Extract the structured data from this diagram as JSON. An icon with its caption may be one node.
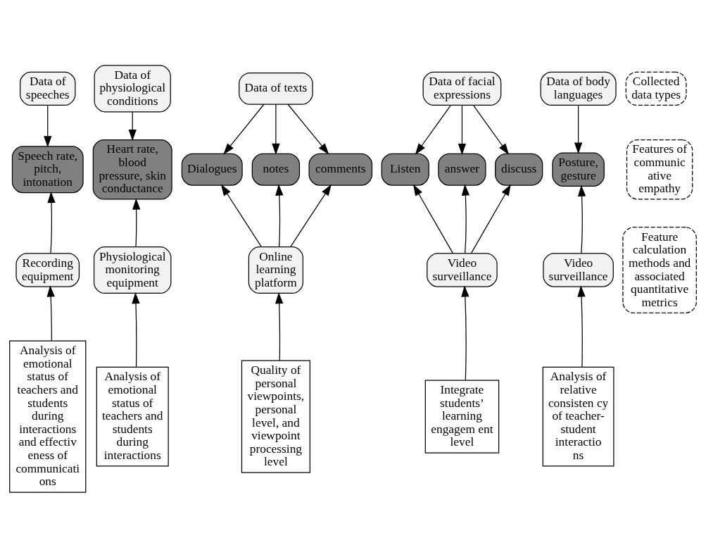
{
  "diagram": {
    "nodes": [
      {
        "text": [
          "Data of speeches"
        ]
      },
      {
        "text": [
          "Data of physiological conditions"
        ]
      },
      {
        "text": [
          "Data of texts"
        ]
      },
      {
        "text": [
          "Data of facial expressions"
        ]
      },
      {
        "text": [
          "Data of body languages"
        ]
      },
      {
        "text": [
          "Collected data types"
        ]
      },
      {
        "text": [
          "Speech rate, pitch, intonation"
        ]
      },
      {
        "text": [
          "Heart rate, blood pressure, skin conductance"
        ]
      },
      {
        "text": [
          "Dialogues"
        ]
      },
      {
        "text": [
          "notes"
        ]
      },
      {
        "text": [
          "comments"
        ]
      },
      {
        "text": [
          "Listen"
        ]
      },
      {
        "text": [
          "answer"
        ]
      },
      {
        "text": [
          "discuss"
        ]
      },
      {
        "text": [
          "Posture, gesture"
        ]
      },
      {
        "text": [
          "Features of communic ative empathy"
        ]
      },
      {
        "text": [
          "Recording equipment"
        ]
      },
      {
        "text": [
          "Physiological monitoring equipment"
        ]
      },
      {
        "text": [
          "Online learning platform"
        ]
      },
      {
        "text": [
          "Video surveillance"
        ]
      },
      {
        "text": [
          "Video surveillance"
        ]
      },
      {
        "text": [
          "Feature calculation methods and associated quantitative metrics"
        ]
      },
      {
        "text": [
          "Analysis of emotional status of teachers and students during interactions and effectiveness of communicati ons"
        ]
      },
      {
        "text": [
          "Analysis of emotional status of teachers and students during interactions"
        ]
      },
      {
        "text": [
          "Quality of personal viewpoints, personal level, and viewpoint processing level"
        ]
      },
      {
        "text": [
          "Integrate students’ learning engagem ent level"
        ]
      },
      {
        "text": [
          "Analysis of relative consisten cy of teacher-student interactio ns"
        ]
      }
    ],
    "edges": [
      {
        "from": 0,
        "to": 6,
        "arrow": "to"
      },
      {
        "from": 1,
        "to": 7,
        "arrow": "to"
      },
      {
        "from": 2,
        "to": 8,
        "arrow": "to"
      },
      {
        "from": 2,
        "to": 9,
        "arrow": "to"
      },
      {
        "from": 2,
        "to": 10,
        "arrow": "to"
      },
      {
        "from": 3,
        "to": 11,
        "arrow": "to"
      },
      {
        "from": 3,
        "to": 12,
        "arrow": "to"
      },
      {
        "from": 3,
        "to": 13,
        "arrow": "to"
      },
      {
        "from": 4,
        "to": 14,
        "arrow": "to"
      },
      {
        "from": 16,
        "to": 6,
        "arrow": "to"
      },
      {
        "from": 17,
        "to": 7,
        "arrow": "to"
      },
      {
        "from": 18,
        "to": 8,
        "arrow": "to"
      },
      {
        "from": 18,
        "to": 9,
        "arrow": "to"
      },
      {
        "from": 18,
        "to": 10,
        "arrow": "to"
      },
      {
        "from": 19,
        "to": 11,
        "arrow": "to"
      },
      {
        "from": 19,
        "to": 12,
        "arrow": "to"
      },
      {
        "from": 19,
        "to": 13,
        "arrow": "to"
      },
      {
        "from": 20,
        "to": 14,
        "arrow": "to"
      },
      {
        "from": 22,
        "to": 16,
        "arrow": "to"
      },
      {
        "from": 23,
        "to": 17,
        "arrow": "to"
      },
      {
        "from": 24,
        "to": 18,
        "arrow": "to"
      },
      {
        "from": 25,
        "to": 19,
        "arrow": "to"
      },
      {
        "from": 26,
        "to": 20,
        "arrow": "to"
      }
    ]
  }
}
